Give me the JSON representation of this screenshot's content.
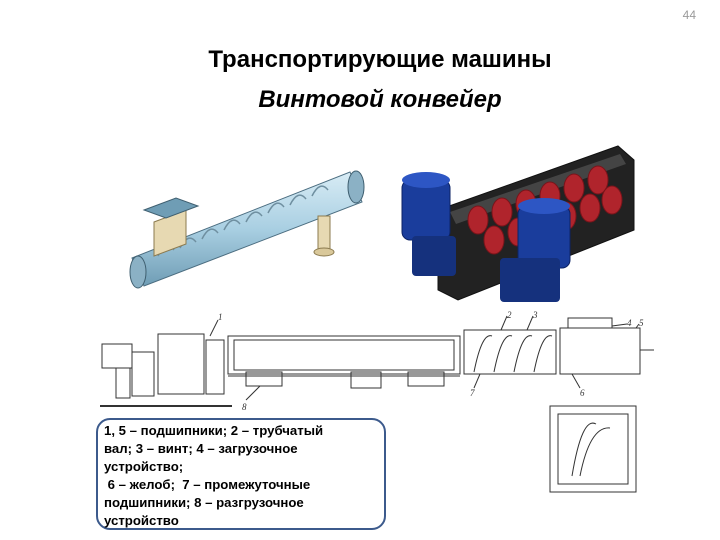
{
  "slide_number": "44",
  "title": "Транспортирующие машины",
  "subtitle": "Винтовой конвейер",
  "images": {
    "left": "tubular-screw-conveyor-illustration",
    "right": "trough-screw-conveyor-with-motors-photo",
    "bottom": "screw-conveyor-technical-drawing"
  },
  "drawing_labels": [
    "1",
    "2",
    "3",
    "4",
    "5",
    "6",
    "7",
    "8"
  ],
  "caption": {
    "lines": [
      "1,  5 – подшипники; 2 – трубчатый",
      "вал; 3 – винт;  4 – загрузочное",
      "устройство;",
      " 6 – желоб;  7 – промежуточные",
      "подшипники; 8 – разгрузочное",
      "устройство"
    ]
  },
  "colors": {
    "caption_border": "#3c5a8c",
    "motor_blue": "#1a3d9c",
    "trough_red": "#b0242c",
    "tube_blue": "#a9cfe2"
  }
}
